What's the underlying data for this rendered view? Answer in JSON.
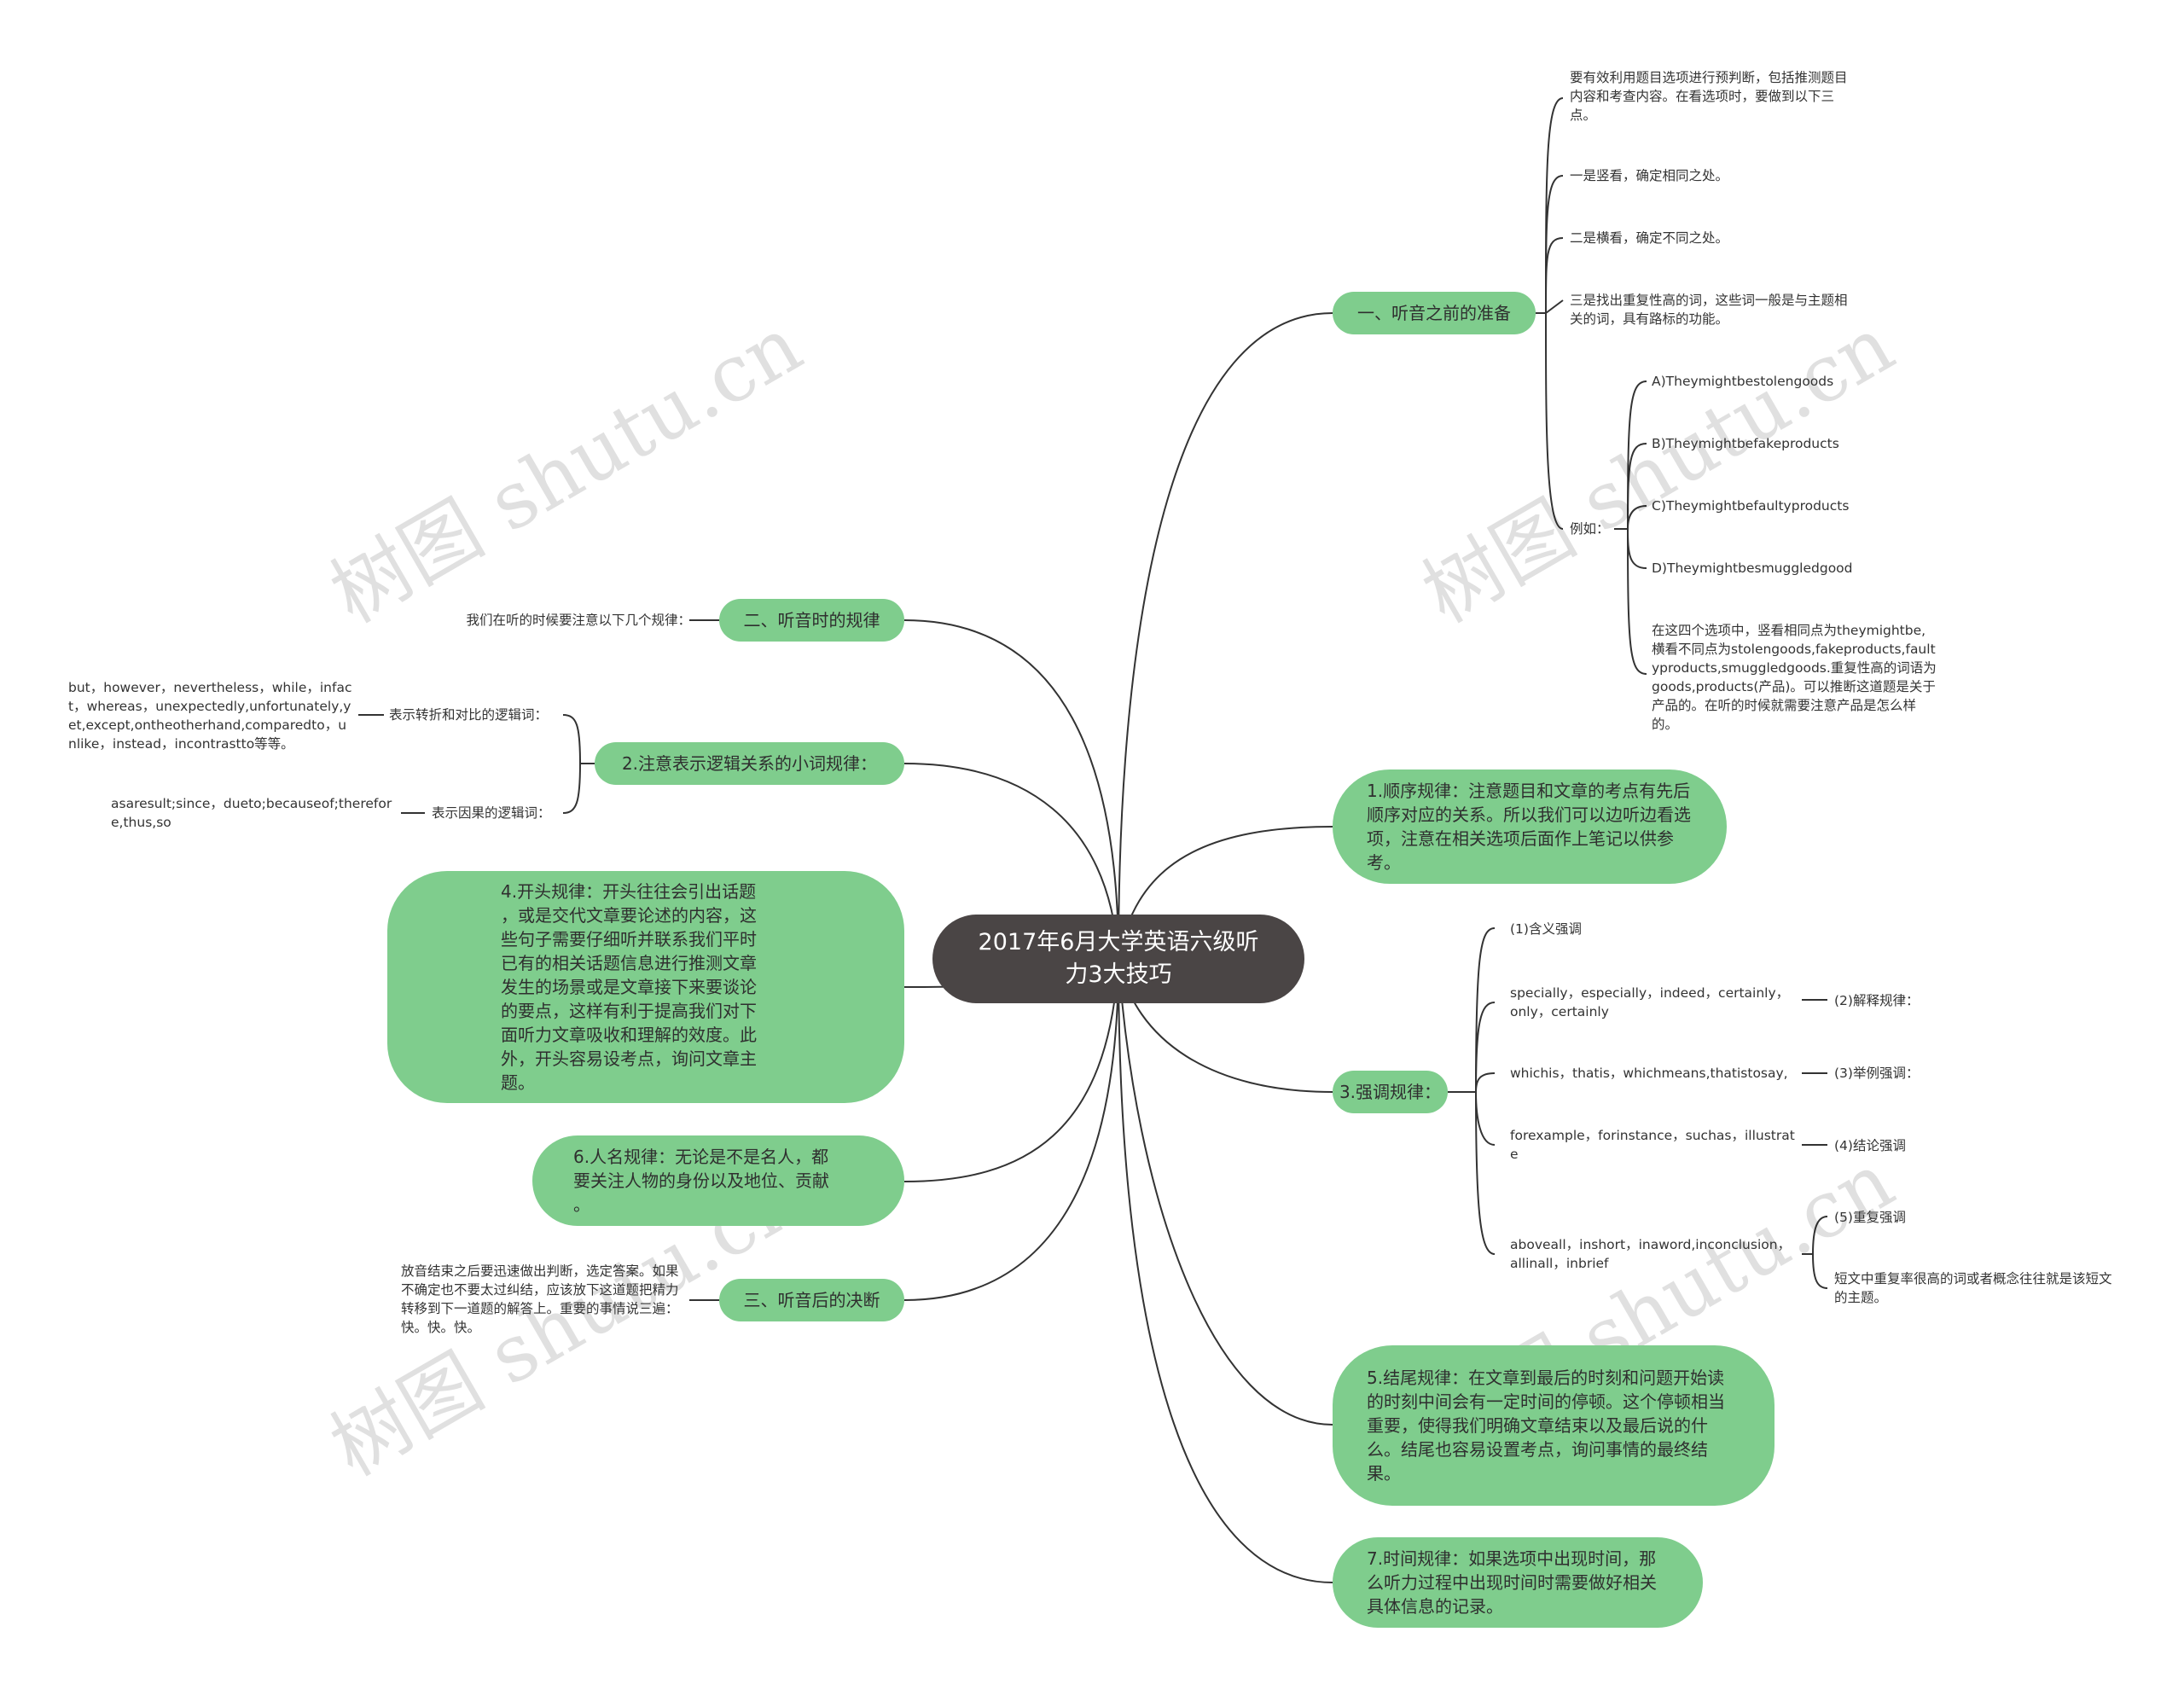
{
  "center": "2017年6月大学英语六级听力3大技巧",
  "watermark": "树图 shutu.cn",
  "colors": {
    "node": "#7fcd8d",
    "center": "#4a4545",
    "line": "#333333"
  },
  "branch1": {
    "label": "一、听音之前的准备",
    "intro": "要有效利用题目选项进行预判断，包括推测题目内容和考查内容。在看选项时，要做到以下三点。",
    "point1": "一是竖看，确定相同之处。",
    "point2": "二是横看，确定不同之处。",
    "point3": "三是找出重复性高的词，这些词一般是与主题相关的词，具有路标的功能。",
    "example_label": "例如：",
    "options": [
      "A)Theymightbestolengoods",
      "B)Theymightbefakeproducts",
      "C)Theymightbefaultyproducts",
      "D)Theymightbesmuggledgood"
    ],
    "analysis": "在这四个选项中，竖看相同点为theymightbe,横看不同点为stolengoods,fakeproducts,faultyproducts,smuggledgoods.重复性高的词语为goods,products(产品)。可以推断这道题是关于产品的。在听的时候就需要注意产品是怎么样的。"
  },
  "rule1": "1.顺序规律：注意题目和文章的考点有先后顺序对应的关系。所以我们可以边听边看选项，注意在相关选项后面作上笔记以供参考。",
  "rule3": {
    "label": "3.强调规律：",
    "items": [
      {
        "left": "(1)含义强调",
        "right": ""
      },
      {
        "left": "specially，especially，indeed，certainly，only，certainly",
        "right": "(2)解释规律："
      },
      {
        "left": "whichis，thatis，whichmeans,thatistosay,",
        "right": "(3)举例强调："
      },
      {
        "left": "forexample，forinstance，suchas，illustrate",
        "right": "(4)结论强调"
      },
      {
        "left": "aboveall，inshort，inaword,inconclusion，allinall，inbrief",
        "right": "(5)重复强调"
      }
    ],
    "repeat_note": "短文中重复率很高的词或者概念往往就是该短文的主题。"
  },
  "rule5": "5.结尾规律：在文章到最后的时刻和问题开始读的时刻中间会有一定时间的停顿。这个停顿相当重要，使得我们明确文章结束以及最后说的什么。结尾也容易设置考点，询问事情的最终结果。",
  "rule7": "7.时间规律：如果选项中出现时间，那么听力过程中出现时间时需要做好相关具体信息的记录。",
  "branch2": {
    "label": "二、听音时的规律",
    "note": "我们在听的时候要注意以下几个规律："
  },
  "rule2": {
    "label": "2.注意表示逻辑关系的小词规律：",
    "contrast_label": "表示转折和对比的逻辑词：",
    "contrast_words": "but，however，nevertheless，while，infact，whereas，unexpectedly,unfortunately,yet,except,ontheotherhand,comparedto，unlike，instead，incontrastto等等。",
    "cause_label": "表示因果的逻辑词：",
    "cause_words": "asaresult;since，dueto;becauseof;therefore,thus,so"
  },
  "rule4": [
    "4.开头规律：开头往往会引出话题",
    "，或是交代文章要论述的内容，这",
    "些句子需要仔细听并联系我们平时",
    "已有的相关话题信息进行推测文章",
    "发生的场景或是文章接下来要谈论",
    "的要点，这样有利于提高我们对下",
    "面听力文章吸收和理解的效度。此",
    "外，开头容易设考点，询问文章主",
    "题。"
  ],
  "rule6": [
    "6.人名规律：无论是不是名人，都",
    "要关注人物的身份以及地位、贡献",
    "。"
  ],
  "branch3": {
    "label": "三、听音后的决断",
    "note": "放音结束之后要迅速做出判断，选定答案。如果不确定也不要太过纠结，应该放下这道题把精力转移到下一道题的解答上。重要的事情说三遍：快。快。快。"
  }
}
